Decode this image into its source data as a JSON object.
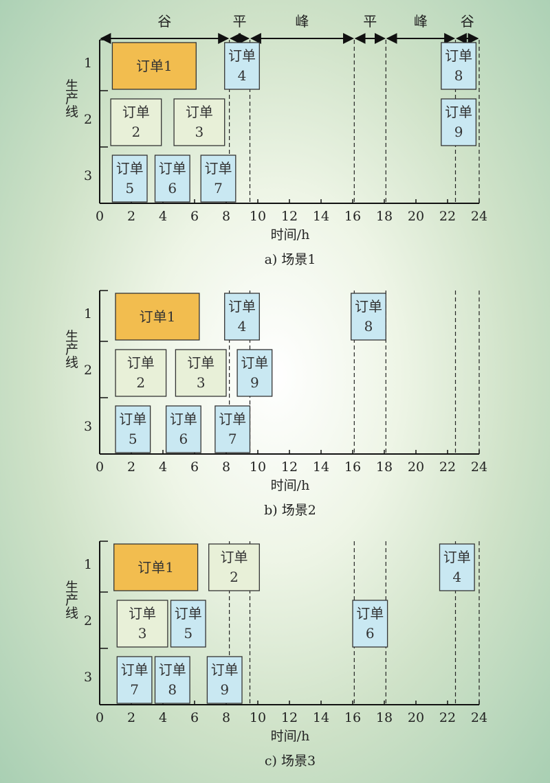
{
  "chart_data": [
    {
      "type": "gantt",
      "caption": "a) 场景1",
      "xlabel": "时间/h",
      "ylabel": "生产线",
      "xlim": [
        0,
        24
      ],
      "xticks": [
        0,
        2,
        4,
        6,
        8,
        10,
        12,
        14,
        16,
        18,
        20,
        22,
        24
      ],
      "lines": [
        1,
        2,
        3
      ],
      "dashed_lines": [
        8.2,
        9.5,
        16.1,
        18.1,
        22.5,
        24
      ],
      "periods": [
        {
          "label": "谷",
          "start": 0,
          "end": 8.2
        },
        {
          "label": "平",
          "start": 8.2,
          "end": 9.5
        },
        {
          "label": "峰",
          "start": 9.5,
          "end": 16.1
        },
        {
          "label": "平",
          "start": 16.1,
          "end": 18.1
        },
        {
          "label": "峰",
          "start": 18.1,
          "end": 22.5
        },
        {
          "label": "谷",
          "start": 22.5,
          "end": 24
        }
      ],
      "orders": [
        {
          "label": "订单1",
          "line": 1,
          "start": 0.8,
          "end": 6.1,
          "kind": "large"
        },
        {
          "label": "订单",
          "num": "4",
          "line": 1,
          "start": 7.9,
          "end": 10.1,
          "kind": "blue"
        },
        {
          "label": "订单",
          "num": "8",
          "line": 1,
          "start": 21.6,
          "end": 23.8,
          "kind": "blue"
        },
        {
          "label": "订单",
          "num": "2",
          "line": 2,
          "start": 0.7,
          "end": 3.9,
          "kind": "green"
        },
        {
          "label": "订单",
          "num": "3",
          "line": 2,
          "start": 4.7,
          "end": 7.9,
          "kind": "green"
        },
        {
          "label": "订单",
          "num": "9",
          "line": 2,
          "start": 21.6,
          "end": 23.8,
          "kind": "blue"
        },
        {
          "label": "订单",
          "num": "5",
          "line": 3,
          "start": 0.8,
          "end": 3.0,
          "kind": "blue"
        },
        {
          "label": "订单",
          "num": "6",
          "line": 3,
          "start": 3.5,
          "end": 5.7,
          "kind": "blue"
        },
        {
          "label": "订单",
          "num": "7",
          "line": 3,
          "start": 6.4,
          "end": 8.6,
          "kind": "blue"
        }
      ]
    },
    {
      "type": "gantt",
      "caption": "b) 场景2",
      "xlabel": "时间/h",
      "ylabel": "生产线",
      "xlim": [
        0,
        24
      ],
      "xticks": [
        0,
        2,
        4,
        6,
        8,
        10,
        12,
        14,
        16,
        18,
        20,
        22,
        24
      ],
      "lines": [
        1,
        2,
        3
      ],
      "dashed_lines": [
        8.2,
        9.5,
        16.1,
        18.1,
        22.5,
        24
      ],
      "periods": [],
      "orders": [
        {
          "label": "订单1",
          "line": 1,
          "start": 1.0,
          "end": 6.3,
          "kind": "large"
        },
        {
          "label": "订单",
          "num": "4",
          "line": 1,
          "start": 7.9,
          "end": 10.1,
          "kind": "blue"
        },
        {
          "label": "订单",
          "num": "8",
          "line": 1,
          "start": 15.9,
          "end": 18.1,
          "kind": "blue"
        },
        {
          "label": "订单",
          "num": "2",
          "line": 2,
          "start": 1.0,
          "end": 4.2,
          "kind": "green"
        },
        {
          "label": "订单",
          "num": "3",
          "line": 2,
          "start": 4.8,
          "end": 8.0,
          "kind": "green"
        },
        {
          "label": "订单",
          "num": "9",
          "line": 2,
          "start": 8.7,
          "end": 10.9,
          "kind": "blue"
        },
        {
          "label": "订单",
          "num": "5",
          "line": 3,
          "start": 1.0,
          "end": 3.2,
          "kind": "blue"
        },
        {
          "label": "订单",
          "num": "6",
          "line": 3,
          "start": 4.2,
          "end": 6.4,
          "kind": "blue"
        },
        {
          "label": "订单",
          "num": "7",
          "line": 3,
          "start": 7.3,
          "end": 9.5,
          "kind": "blue"
        }
      ]
    },
    {
      "type": "gantt",
      "caption": "c) 场景3",
      "xlabel": "时间/h",
      "ylabel": "生产线",
      "xlim": [
        0,
        24
      ],
      "xticks": [
        0,
        2,
        4,
        6,
        8,
        10,
        12,
        14,
        16,
        18,
        20,
        22,
        24
      ],
      "lines": [
        1,
        2,
        3
      ],
      "dashed_lines": [
        8.2,
        9.5,
        16.1,
        18.1,
        22.5,
        24
      ],
      "periods": [],
      "orders": [
        {
          "label": "订单1",
          "line": 1,
          "start": 0.9,
          "end": 6.2,
          "kind": "large"
        },
        {
          "label": "订单",
          "num": "2",
          "line": 1,
          "start": 6.9,
          "end": 10.1,
          "kind": "green"
        },
        {
          "label": "订单",
          "num": "4",
          "line": 1,
          "start": 21.5,
          "end": 23.7,
          "kind": "blue"
        },
        {
          "label": "订单",
          "num": "3",
          "line": 2,
          "start": 1.1,
          "end": 4.3,
          "kind": "green"
        },
        {
          "label": "订单",
          "num": "5",
          "line": 2,
          "start": 4.5,
          "end": 6.7,
          "kind": "blue"
        },
        {
          "label": "订单",
          "num": "6",
          "line": 2,
          "start": 16.0,
          "end": 18.2,
          "kind": "blue"
        },
        {
          "label": "订单",
          "num": "7",
          "line": 3,
          "start": 1.1,
          "end": 3.3,
          "kind": "blue"
        },
        {
          "label": "订单",
          "num": "8",
          "line": 3,
          "start": 3.5,
          "end": 5.7,
          "kind": "blue"
        },
        {
          "label": "订单",
          "num": "9",
          "line": 3,
          "start": 6.8,
          "end": 9.0,
          "kind": "blue"
        }
      ]
    }
  ],
  "colors": {
    "large": "#f2bd4f",
    "green": "#e8f0d8",
    "blue": "#c9e8f2",
    "stroke": "#333333"
  }
}
